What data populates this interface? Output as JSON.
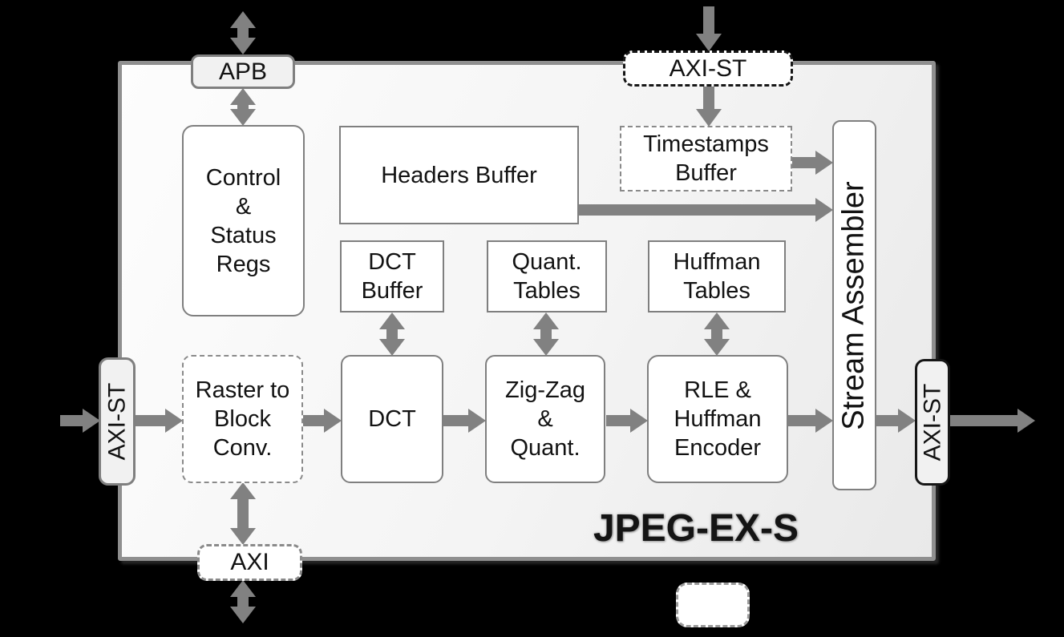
{
  "diagram": {
    "title": "JPEG-EX-S",
    "ports": {
      "apb": "APB",
      "axi_st_top": "AXI-ST",
      "axi_st_left": "AXI-ST",
      "axi_st_right": "AXI-ST",
      "axi_bottom": "AXI"
    },
    "blocks": {
      "control_status_regs": {
        "lines": [
          "Control",
          "&",
          "Status",
          "Regs"
        ]
      },
      "headers_buffer": {
        "label": "Headers Buffer"
      },
      "timestamps_buffer": {
        "lines": [
          "Timestamps",
          "Buffer"
        ]
      },
      "dct_buffer": {
        "lines": [
          "DCT",
          "Buffer"
        ]
      },
      "quant_tables": {
        "lines": [
          "Quant.",
          "Tables"
        ]
      },
      "huffman_tables": {
        "lines": [
          "Huffman",
          "Tables"
        ]
      },
      "raster_to_block_conv": {
        "lines": [
          "Raster to",
          "Block",
          "Conv."
        ]
      },
      "dct": {
        "label": "DCT"
      },
      "zigzag_quant": {
        "lines": [
          "Zig-Zag",
          "&",
          "Quant."
        ]
      },
      "rle_huffman_encoder": {
        "lines": [
          "RLE &",
          "Huffman",
          "Encoder"
        ]
      },
      "stream_assembler": {
        "label": "Stream Assembler"
      }
    },
    "legend": {
      "empty_dashed_box": true
    },
    "colors": {
      "background": "#000000",
      "container_fill": "#f4f4f4",
      "container_border": "#8f8f8f",
      "block_border": "#7f7f7f",
      "dashed_border": "#8a8a8a",
      "port_black_border": "#161616",
      "port_fill": "#f1f1f1",
      "arrow": "#818181",
      "text": "#121212"
    }
  }
}
